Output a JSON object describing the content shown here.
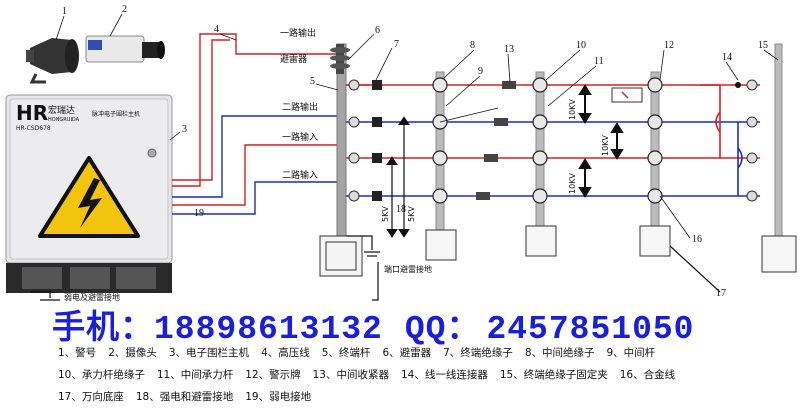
{
  "diagram": {
    "callouts": [
      "1",
      "2",
      "3",
      "4",
      "5",
      "6",
      "7",
      "8",
      "9",
      "10",
      "11",
      "12",
      "13",
      "14",
      "15",
      "16",
      "17",
      "18",
      "19"
    ],
    "line_labels": {
      "out1": "一路输出",
      "arrester": "避雷器",
      "out2": "二路输出",
      "in1": "一路输入",
      "in2": "二路输入",
      "v10_a": "10KV",
      "v10_b": "10KV",
      "v10_c": "10KV",
      "v5_a": "5KV",
      "v5_b": "5KV",
      "ground_port": "端口避雷接地",
      "ground_weak": "弱电及避雷接地"
    },
    "device": {
      "logo": "HR",
      "brand": "宏瑞达",
      "brand_en": "HONGRUIDA",
      "model": "HR-CSD678",
      "product": "脉冲电子围栏主机"
    },
    "colors": {
      "red_wire": "#d42020",
      "blue_wire": "#1a2fb8",
      "pole": "#9a9a9a",
      "box": "#e9e9ea",
      "contact": "#1a20d8"
    }
  },
  "contact": {
    "phone_label": "手机：",
    "phone": "18898613132",
    "qq_label": "QQ：",
    "qq": "2457851050"
  },
  "legend": {
    "rows": [
      [
        "1、警号",
        "2、摄像头",
        "3、电子围栏主机",
        "4、高压线",
        "5、终端杆",
        "6、避雷器",
        "7、终端绝缘子",
        "8、中间绝缘子",
        "9、中间杆"
      ],
      [
        "10、承力杆绝缘子",
        "11、中间承力杆",
        "12、警示牌",
        "13、中间收紧器",
        "14、线一线连接器",
        "15、终端绝缘子固定夹",
        "16、合金线"
      ],
      [
        "17、万向底座",
        "18、强电和避雷接地",
        "19、弱电接地"
      ]
    ]
  }
}
